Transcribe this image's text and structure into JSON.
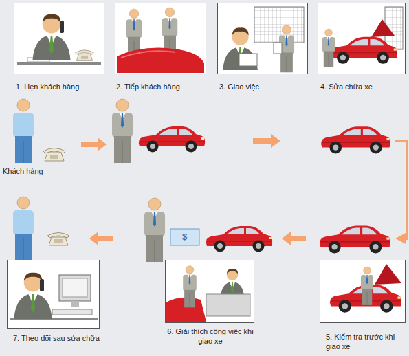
{
  "diagram": {
    "nodes": [
      {
        "text": [
          "1. Hẹn khách hàng"
        ]
      },
      {
        "text": [
          "2. Tiếp khách hàng"
        ]
      },
      {
        "text": [
          "3. Giao việc"
        ]
      },
      {
        "text": [
          "4. Sửa chữa xe"
        ]
      },
      {
        "text": [
          "5. Kiểm tra trước khi giao xe"
        ]
      },
      {
        "text": [
          "6. Giải thích công việc khi giao xe"
        ]
      },
      {
        "text": [
          "7. Theo dõi sau sửa chữa"
        ]
      }
    ],
    "labels": [
      "Khách hàng",
      "$"
    ]
  }
}
